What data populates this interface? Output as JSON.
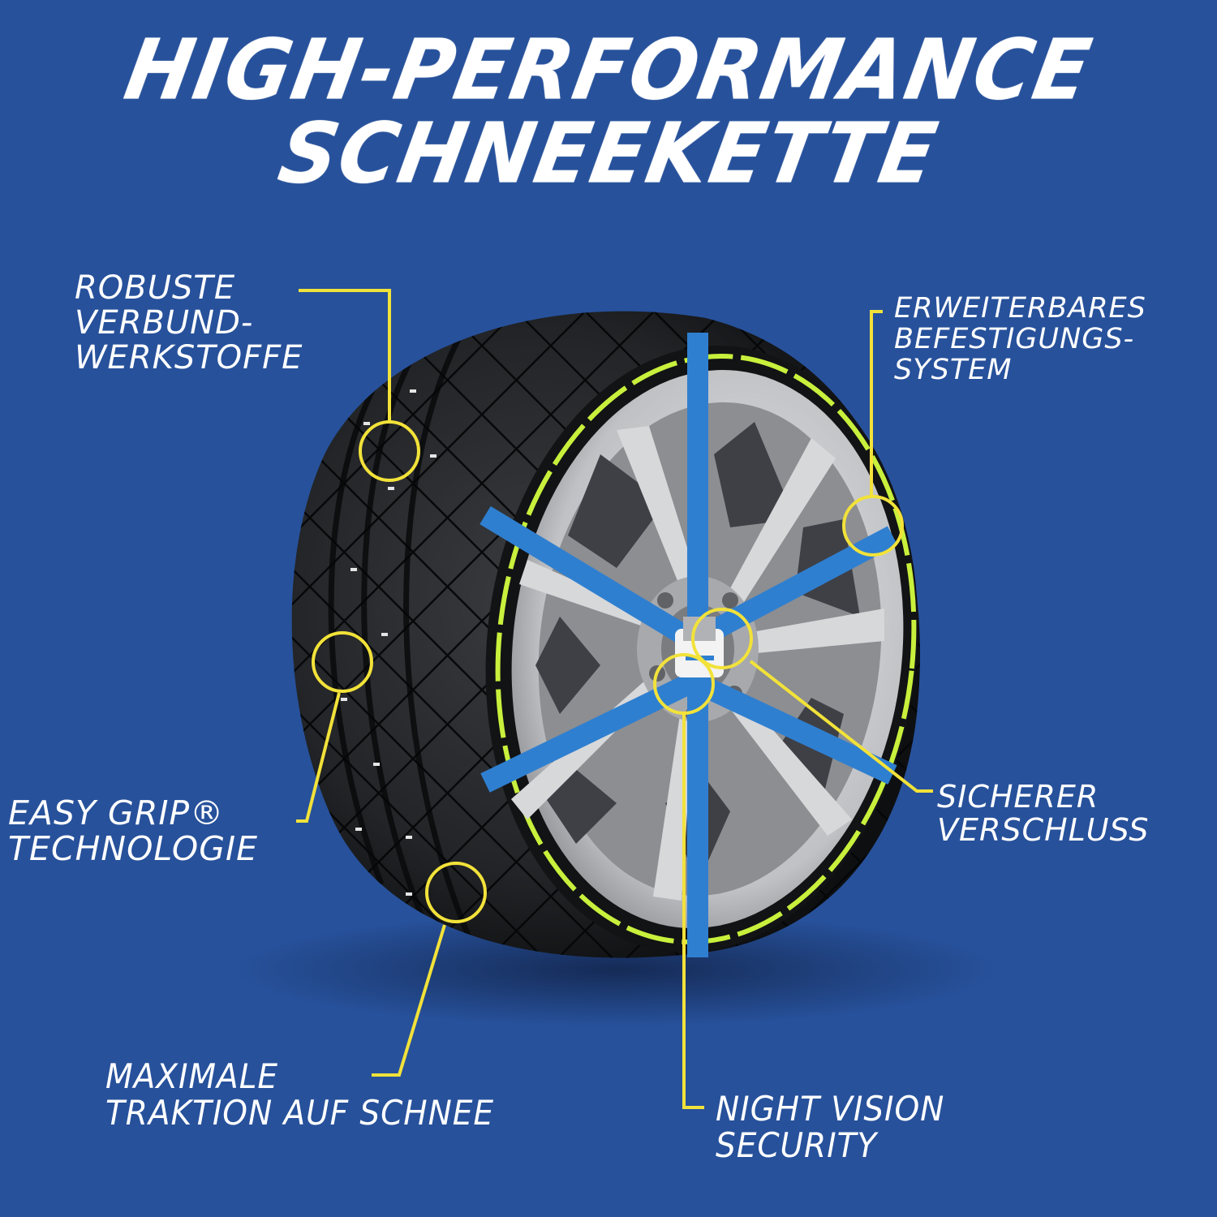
{
  "header": {
    "title_line1": "HIGH-PERFORMANCE",
    "title_line2": "SCHNEEKETTE"
  },
  "colors": {
    "background": "#27519B",
    "callout_yellow": "#F2E23A",
    "strap_blue": "#2F7FD0",
    "neon_rim": "#C8F03C",
    "tire": "#1b1d20",
    "rim": "#c9cacc",
    "text": "#FFFFFF"
  },
  "callouts": {
    "robuste": {
      "line1": "ROBUSTE",
      "line2": "VERBUND-",
      "line3": "WERKSTOFFE"
    },
    "erweiterbar": {
      "line1": "ERWEITERBARES",
      "line2": "BEFESTIGUNGS-",
      "line3": "SYSTEM"
    },
    "easy_grip": {
      "line1": "EASY GRIP®",
      "line2": "TECHNOLOGIE"
    },
    "sicherer": {
      "line1": "SICHERER",
      "line2": "VERSCHLUSS"
    },
    "maximale": {
      "line1": "MAXIMALE",
      "line2": "TRAKTION AUF SCHNEE"
    },
    "night_vision": {
      "line1": "NIGHT VISION",
      "line2": "SECURITY"
    }
  },
  "product": {
    "image": "tire-with-textile-snow-chain-icon"
  }
}
